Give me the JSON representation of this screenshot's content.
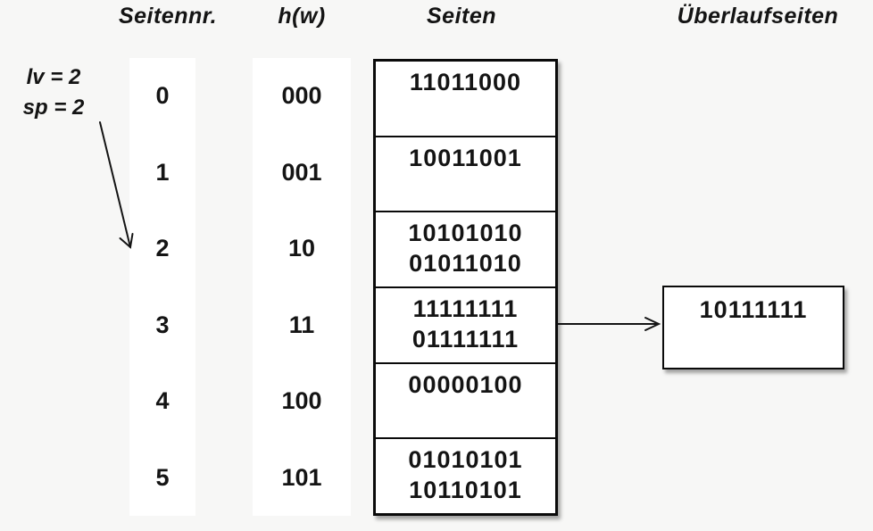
{
  "headers": {
    "seitennr": "Seitennr.",
    "hw": "h(w)",
    "seiten": "Seiten",
    "ueberlauf": "Überlaufseiten"
  },
  "annotation": {
    "line1": "lv = 2",
    "line2": "sp = 2",
    "points_to_row": "2"
  },
  "rows": [
    {
      "nr": "0",
      "hash": "000",
      "page": [
        "11011000"
      ]
    },
    {
      "nr": "1",
      "hash": "001",
      "page": [
        "10011001"
      ]
    },
    {
      "nr": "2",
      "hash": "10",
      "page": [
        "10101010",
        "01011010"
      ]
    },
    {
      "nr": "3",
      "hash": "11",
      "page": [
        "11111111",
        "01111111"
      ]
    },
    {
      "nr": "4",
      "hash": "100",
      "page": [
        "00000100"
      ]
    },
    {
      "nr": "5",
      "hash": "101",
      "page": [
        "01010101",
        "10110101"
      ]
    }
  ],
  "overflow": {
    "value": "10111111",
    "linked_from_row": "3"
  },
  "colors": {
    "background": "#f7f7f6",
    "cell_background": "#ffffff",
    "ink": "#141414",
    "border": "#0a0a0a"
  }
}
